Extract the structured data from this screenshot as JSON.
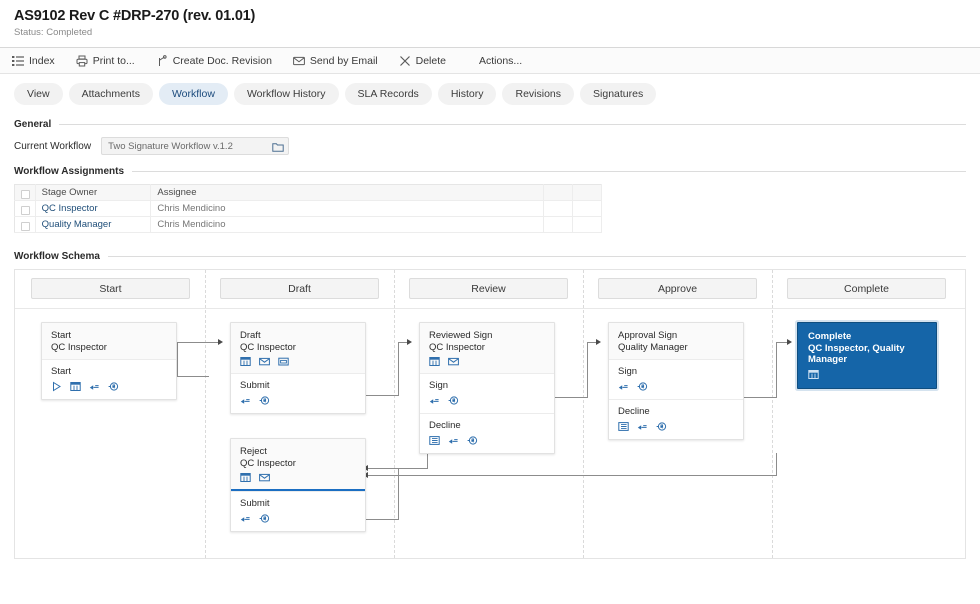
{
  "header": {
    "title": "AS9102 Rev C #DRP-270 (rev. 01.01)",
    "status": "Status: Completed"
  },
  "toolbar": {
    "items": [
      {
        "label": "Index",
        "icon": "list-icon"
      },
      {
        "label": "Print to...",
        "icon": "printer-icon"
      },
      {
        "label": "Create Doc. Revision",
        "icon": "branch-icon"
      },
      {
        "label": "Send by Email",
        "icon": "envelope-icon"
      },
      {
        "label": "Delete",
        "icon": "close-x-icon"
      },
      {
        "label": "Actions...",
        "icon": "none"
      }
    ]
  },
  "tabs": [
    {
      "label": "View",
      "active": false
    },
    {
      "label": "Attachments",
      "active": false
    },
    {
      "label": "Workflow",
      "active": true
    },
    {
      "label": "Workflow History",
      "active": false
    },
    {
      "label": "SLA Records",
      "active": false
    },
    {
      "label": "History",
      "active": false
    },
    {
      "label": "Revisions",
      "active": false
    },
    {
      "label": "Signatures",
      "active": false
    }
  ],
  "general": {
    "section_title": "General",
    "field_label": "Current Workflow",
    "field_value": "Two Signature Workflow v.1.2",
    "picker_icon": "folder-icon"
  },
  "assignments": {
    "section_title": "Workflow Assignments",
    "columns": [
      "",
      "Stage Owner",
      "Assignee",
      "",
      ""
    ],
    "rows": [
      {
        "owner": "QC Inspector",
        "assignee": "Chris Mendicino"
      },
      {
        "owner": "Quality Manager",
        "assignee": "Chris Mendicino"
      }
    ]
  },
  "schema": {
    "section_title": "Workflow Schema",
    "lanes": [
      "Start",
      "Draft",
      "Review",
      "Approve",
      "Complete"
    ],
    "accent_color": "#1b6ec2",
    "complete_color": "#1565a8",
    "nodes": [
      {
        "id": "start",
        "lane": "Start",
        "title": "Start",
        "subtitle": "QC Inspector",
        "header_icons": [],
        "sections": [
          {
            "label": "Start",
            "icons": [
              "play-icon",
              "table-icon",
              "signature-icon",
              "stamp-icon"
            ]
          }
        ]
      },
      {
        "id": "draft",
        "lane": "Draft",
        "title": "Draft",
        "subtitle": "QC Inspector",
        "header_icons": [
          "table-icon",
          "envelope-icon",
          "form-icon"
        ],
        "sections": [
          {
            "label": "Submit",
            "icons": [
              "signature-icon",
              "stamp-icon"
            ]
          }
        ]
      },
      {
        "id": "reject",
        "lane": "Draft",
        "title": "Reject",
        "subtitle": "QC Inspector",
        "header_icons": [
          "table-icon",
          "envelope-icon"
        ],
        "accent": true,
        "sections": [
          {
            "label": "Submit",
            "icons": [
              "signature-icon",
              "stamp-icon"
            ]
          }
        ]
      },
      {
        "id": "review",
        "lane": "Review",
        "title": "Reviewed Sign",
        "subtitle": "QC Inspector",
        "header_icons": [
          "table-icon",
          "envelope-icon"
        ],
        "sections": [
          {
            "label": "Sign",
            "icons": [
              "signature-icon",
              "stamp-icon"
            ]
          },
          {
            "label": "Decline",
            "icons": [
              "list-box-icon",
              "signature-icon",
              "stamp-icon"
            ]
          }
        ]
      },
      {
        "id": "approve",
        "lane": "Approve",
        "title": "Approval Sign",
        "subtitle": "Quality Manager",
        "header_icons": [],
        "sections": [
          {
            "label": "Sign",
            "icons": [
              "signature-icon",
              "stamp-icon"
            ]
          },
          {
            "label": "Decline",
            "icons": [
              "list-box-icon",
              "signature-icon",
              "stamp-icon"
            ]
          }
        ]
      },
      {
        "id": "complete",
        "lane": "Complete",
        "title": "Complete",
        "subtitle": "QC Inspector, Quality Manager",
        "header_icons": [
          "table-icon"
        ],
        "highlighted": true,
        "sections": []
      }
    ]
  }
}
